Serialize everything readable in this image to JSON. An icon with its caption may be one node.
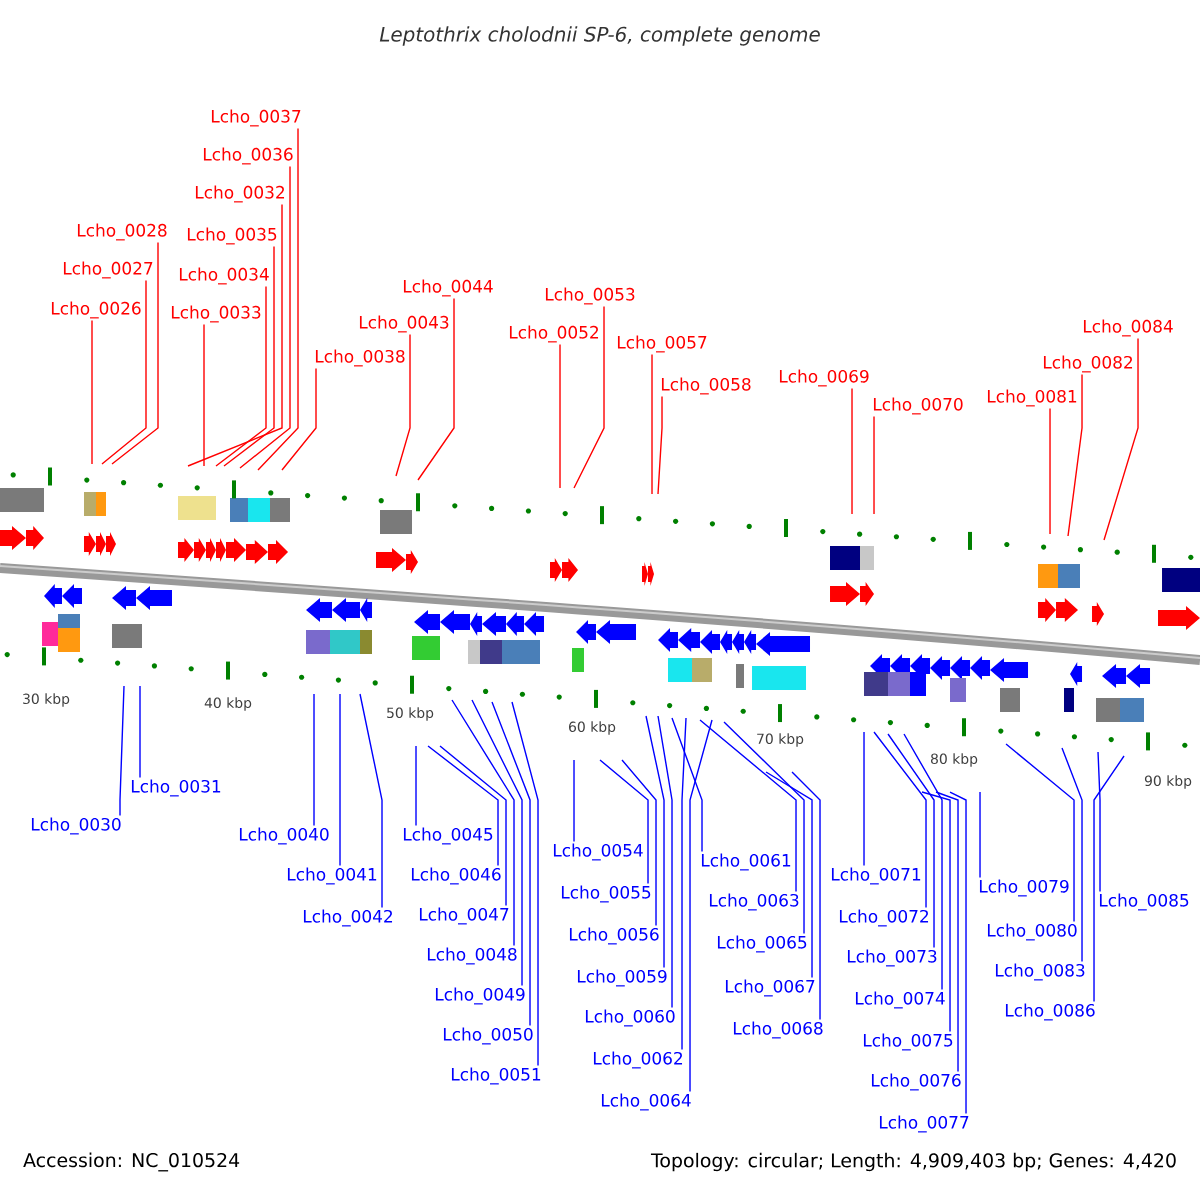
{
  "diagram": {
    "title": "*Leptothrix cholodnii SP-6, complete genome*",
    "nodes": [
      {
        "text": [
          "Lcho_0026"
        ]
      },
      {
        "text": [
          "Lcho_0027"
        ]
      },
      {
        "text": [
          "Lcho_0028"
        ]
      },
      {
        "text": [
          "Lcho_0032"
        ]
      },
      {
        "text": [
          "Lcho_0033"
        ]
      },
      {
        "text": [
          "Lcho_0034"
        ]
      },
      {
        "text": [
          "Lcho_0035"
        ]
      },
      {
        "text": [
          "Lcho_0036"
        ]
      },
      {
        "text": [
          "Lcho_0037"
        ]
      },
      {
        "text": [
          "Lcho_0038"
        ]
      },
      {
        "text": [
          "Lcho_0043"
        ]
      },
      {
        "text": [
          "Lcho_0044"
        ]
      },
      {
        "text": [
          "Lcho_0052"
        ]
      },
      {
        "text": [
          "Lcho_0053"
        ]
      },
      {
        "text": [
          "Lcho_0057"
        ]
      },
      {
        "text": [
          "Lcho_0058"
        ]
      },
      {
        "text": [
          "Lcho_0069"
        ]
      },
      {
        "text": [
          "Lcho_0070"
        ]
      },
      {
        "text": [
          "Lcho_0081"
        ]
      },
      {
        "text": [
          "Lcho_0082"
        ]
      },
      {
        "text": [
          "Lcho_0084"
        ]
      },
      {
        "text": [
          "Lcho_0030"
        ]
      },
      {
        "text": [
          "Lcho_0031"
        ]
      },
      {
        "text": [
          "Lcho_0040"
        ]
      },
      {
        "text": [
          "Lcho_0041"
        ]
      },
      {
        "text": [
          "Lcho_0042"
        ]
      },
      {
        "text": [
          "Lcho_0045"
        ]
      },
      {
        "text": [
          "Lcho_0046"
        ]
      },
      {
        "text": [
          "Lcho_0047"
        ]
      },
      {
        "text": [
          "Lcho_0048"
        ]
      },
      {
        "text": [
          "Lcho_0049"
        ]
      },
      {
        "text": [
          "Lcho_0050"
        ]
      },
      {
        "text": [
          "Lcho_0051"
        ]
      },
      {
        "text": [
          "Lcho_0054"
        ]
      },
      {
        "text": [
          "Lcho_0055"
        ]
      },
      {
        "text": [
          "Lcho_0056"
        ]
      },
      {
        "text": [
          "Lcho_0059"
        ]
      },
      {
        "text": [
          "Lcho_0060"
        ]
      },
      {
        "text": [
          "Lcho_0061"
        ]
      },
      {
        "text": [
          "Lcho_0062"
        ]
      },
      {
        "text": [
          "Lcho_0063"
        ]
      },
      {
        "text": [
          "Lcho_0064"
        ]
      },
      {
        "text": [
          "Lcho_0065"
        ]
      },
      {
        "text": [
          "Lcho_0067"
        ]
      },
      {
        "text": [
          "Lcho_0068"
        ]
      },
      {
        "text": [
          "Lcho_0071"
        ]
      },
      {
        "text": [
          "Lcho_0072"
        ]
      },
      {
        "text": [
          "Lcho_0073"
        ]
      },
      {
        "text": [
          "Lcho_0074"
        ]
      },
      {
        "text": [
          "Lcho_0075"
        ]
      },
      {
        "text": [
          "Lcho_0076"
        ]
      },
      {
        "text": [
          "Lcho_0077"
        ]
      },
      {
        "text": [
          "Lcho_0079"
        ]
      },
      {
        "text": [
          "Lcho_0080"
        ]
      },
      {
        "text": [
          "Lcho_0083"
        ]
      },
      {
        "text": [
          "Lcho_0085"
        ]
      },
      {
        "text": [
          "Lcho_0086"
        ]
      }
    ],
    "edges": [
      {
        "from": 0,
        "to": null,
        "arrow": "none",
        "color": "#ff0000"
      },
      {
        "from": 1,
        "to": null,
        "arrow": "none",
        "color": "#ff0000"
      },
      {
        "from": 2,
        "to": null,
        "arrow": "none",
        "color": "#ff0000"
      },
      {
        "from": 3,
        "to": null,
        "arrow": "none",
        "color": "#ff0000"
      },
      {
        "from": 4,
        "to": null,
        "arrow": "none",
        "color": "#ff0000"
      },
      {
        "from": 5,
        "to": null,
        "arrow": "none",
        "color": "#ff0000"
      },
      {
        "from": 6,
        "to": null,
        "arrow": "none",
        "color": "#ff0000"
      },
      {
        "from": 7,
        "to": null,
        "arrow": "none",
        "color": "#ff0000"
      },
      {
        "from": 8,
        "to": null,
        "arrow": "none",
        "color": "#ff0000"
      },
      {
        "from": 9,
        "to": null,
        "arrow": "none",
        "color": "#ff0000"
      },
      {
        "from": 10,
        "to": null,
        "arrow": "none",
        "color": "#ff0000"
      },
      {
        "from": 11,
        "to": null,
        "arrow": "none",
        "color": "#ff0000"
      },
      {
        "from": 12,
        "to": null,
        "arrow": "none",
        "color": "#ff0000"
      },
      {
        "from": 13,
        "to": null,
        "arrow": "none",
        "color": "#ff0000"
      },
      {
        "from": 14,
        "to": null,
        "arrow": "none",
        "color": "#ff0000"
      },
      {
        "from": 15,
        "to": null,
        "arrow": "none",
        "color": "#ff0000"
      },
      {
        "from": 16,
        "to": null,
        "arrow": "none",
        "color": "#ff0000"
      },
      {
        "from": 17,
        "to": null,
        "arrow": "none",
        "color": "#ff0000"
      },
      {
        "from": 18,
        "to": null,
        "arrow": "none",
        "color": "#ff0000"
      },
      {
        "from": 19,
        "to": null,
        "arrow": "none",
        "color": "#ff0000"
      },
      {
        "from": 20,
        "to": null,
        "arrow": "none",
        "color": "#ff0000"
      },
      {
        "from": 21,
        "to": null,
        "arrow": "none",
        "color": "#0000ff"
      },
      {
        "from": 22,
        "to": null,
        "arrow": "none",
        "color": "#0000ff"
      },
      {
        "from": 23,
        "to": null,
        "arrow": "none",
        "color": "#0000ff"
      },
      {
        "from": 24,
        "to": null,
        "arrow": "none",
        "color": "#0000ff"
      },
      {
        "from": 25,
        "to": null,
        "arrow": "none",
        "color": "#0000ff"
      },
      {
        "from": 26,
        "to": null,
        "arrow": "none",
        "color": "#0000ff"
      },
      {
        "from": 27,
        "to": null,
        "arrow": "none",
        "color": "#0000ff"
      },
      {
        "from": 28,
        "to": null,
        "arrow": "none",
        "color": "#0000ff"
      },
      {
        "from": 29,
        "to": null,
        "arrow": "none",
        "color": "#0000ff"
      },
      {
        "from": 30,
        "to": null,
        "arrow": "none",
        "color": "#0000ff"
      },
      {
        "from": 31,
        "to": null,
        "arrow": "none",
        "color": "#0000ff"
      },
      {
        "from": 32,
        "to": null,
        "arrow": "none",
        "color": "#0000ff"
      },
      {
        "from": 33,
        "to": null,
        "arrow": "none",
        "color": "#0000ff"
      },
      {
        "from": 34,
        "to": null,
        "arrow": "none",
        "color": "#0000ff"
      },
      {
        "from": 35,
        "to": null,
        "arrow": "none",
        "color": "#0000ff"
      },
      {
        "from": 36,
        "to": null,
        "arrow": "none",
        "color": "#0000ff"
      },
      {
        "from": 37,
        "to": null,
        "arrow": "none",
        "color": "#0000ff"
      },
      {
        "from": 38,
        "to": null,
        "arrow": "none",
        "color": "#0000ff"
      },
      {
        "from": 39,
        "to": null,
        "arrow": "none",
        "color": "#0000ff"
      },
      {
        "from": 40,
        "to": null,
        "arrow": "none",
        "color": "#0000ff"
      },
      {
        "from": 41,
        "to": null,
        "arrow": "none",
        "color": "#0000ff"
      },
      {
        "from": 42,
        "to": null,
        "arrow": "none",
        "color": "#0000ff"
      },
      {
        "from": 43,
        "to": null,
        "arrow": "none",
        "color": "#0000ff"
      },
      {
        "from": 44,
        "to": null,
        "arrow": "none",
        "color": "#0000ff"
      },
      {
        "from": 45,
        "to": null,
        "arrow": "none",
        "color": "#0000ff"
      },
      {
        "from": 46,
        "to": null,
        "arrow": "none",
        "color": "#0000ff"
      },
      {
        "from": 47,
        "to": null,
        "arrow": "none",
        "color": "#0000ff"
      },
      {
        "from": 48,
        "to": null,
        "arrow": "none",
        "color": "#0000ff"
      },
      {
        "from": 49,
        "to": null,
        "arrow": "none",
        "color": "#0000ff"
      },
      {
        "from": 50,
        "to": null,
        "arrow": "none",
        "color": "#0000ff"
      },
      {
        "from": 51,
        "to": null,
        "arrow": "none",
        "color": "#0000ff"
      },
      {
        "from": 52,
        "to": null,
        "arrow": "none",
        "color": "#0000ff"
      },
      {
        "from": 53,
        "to": null,
        "arrow": "none",
        "color": "#0000ff"
      },
      {
        "from": 54,
        "to": null,
        "arrow": "none",
        "color": "#0000ff"
      },
      {
        "from": 55,
        "to": null,
        "arrow": "none",
        "color": "#0000ff"
      },
      {
        "from": 56,
        "to": null,
        "arrow": "none",
        "color": "#0000ff"
      }
    ],
    "labels": [
      "30 kbp",
      "40 kbp",
      "50 kbp",
      "60 kbp",
      "70 kbp",
      "80 kbp",
      "90 kbp",
      "Accession: NC_010524",
      "Topology: circular; Length: 4,909,403 bp; Genes: 4,420"
    ]
  }
}
